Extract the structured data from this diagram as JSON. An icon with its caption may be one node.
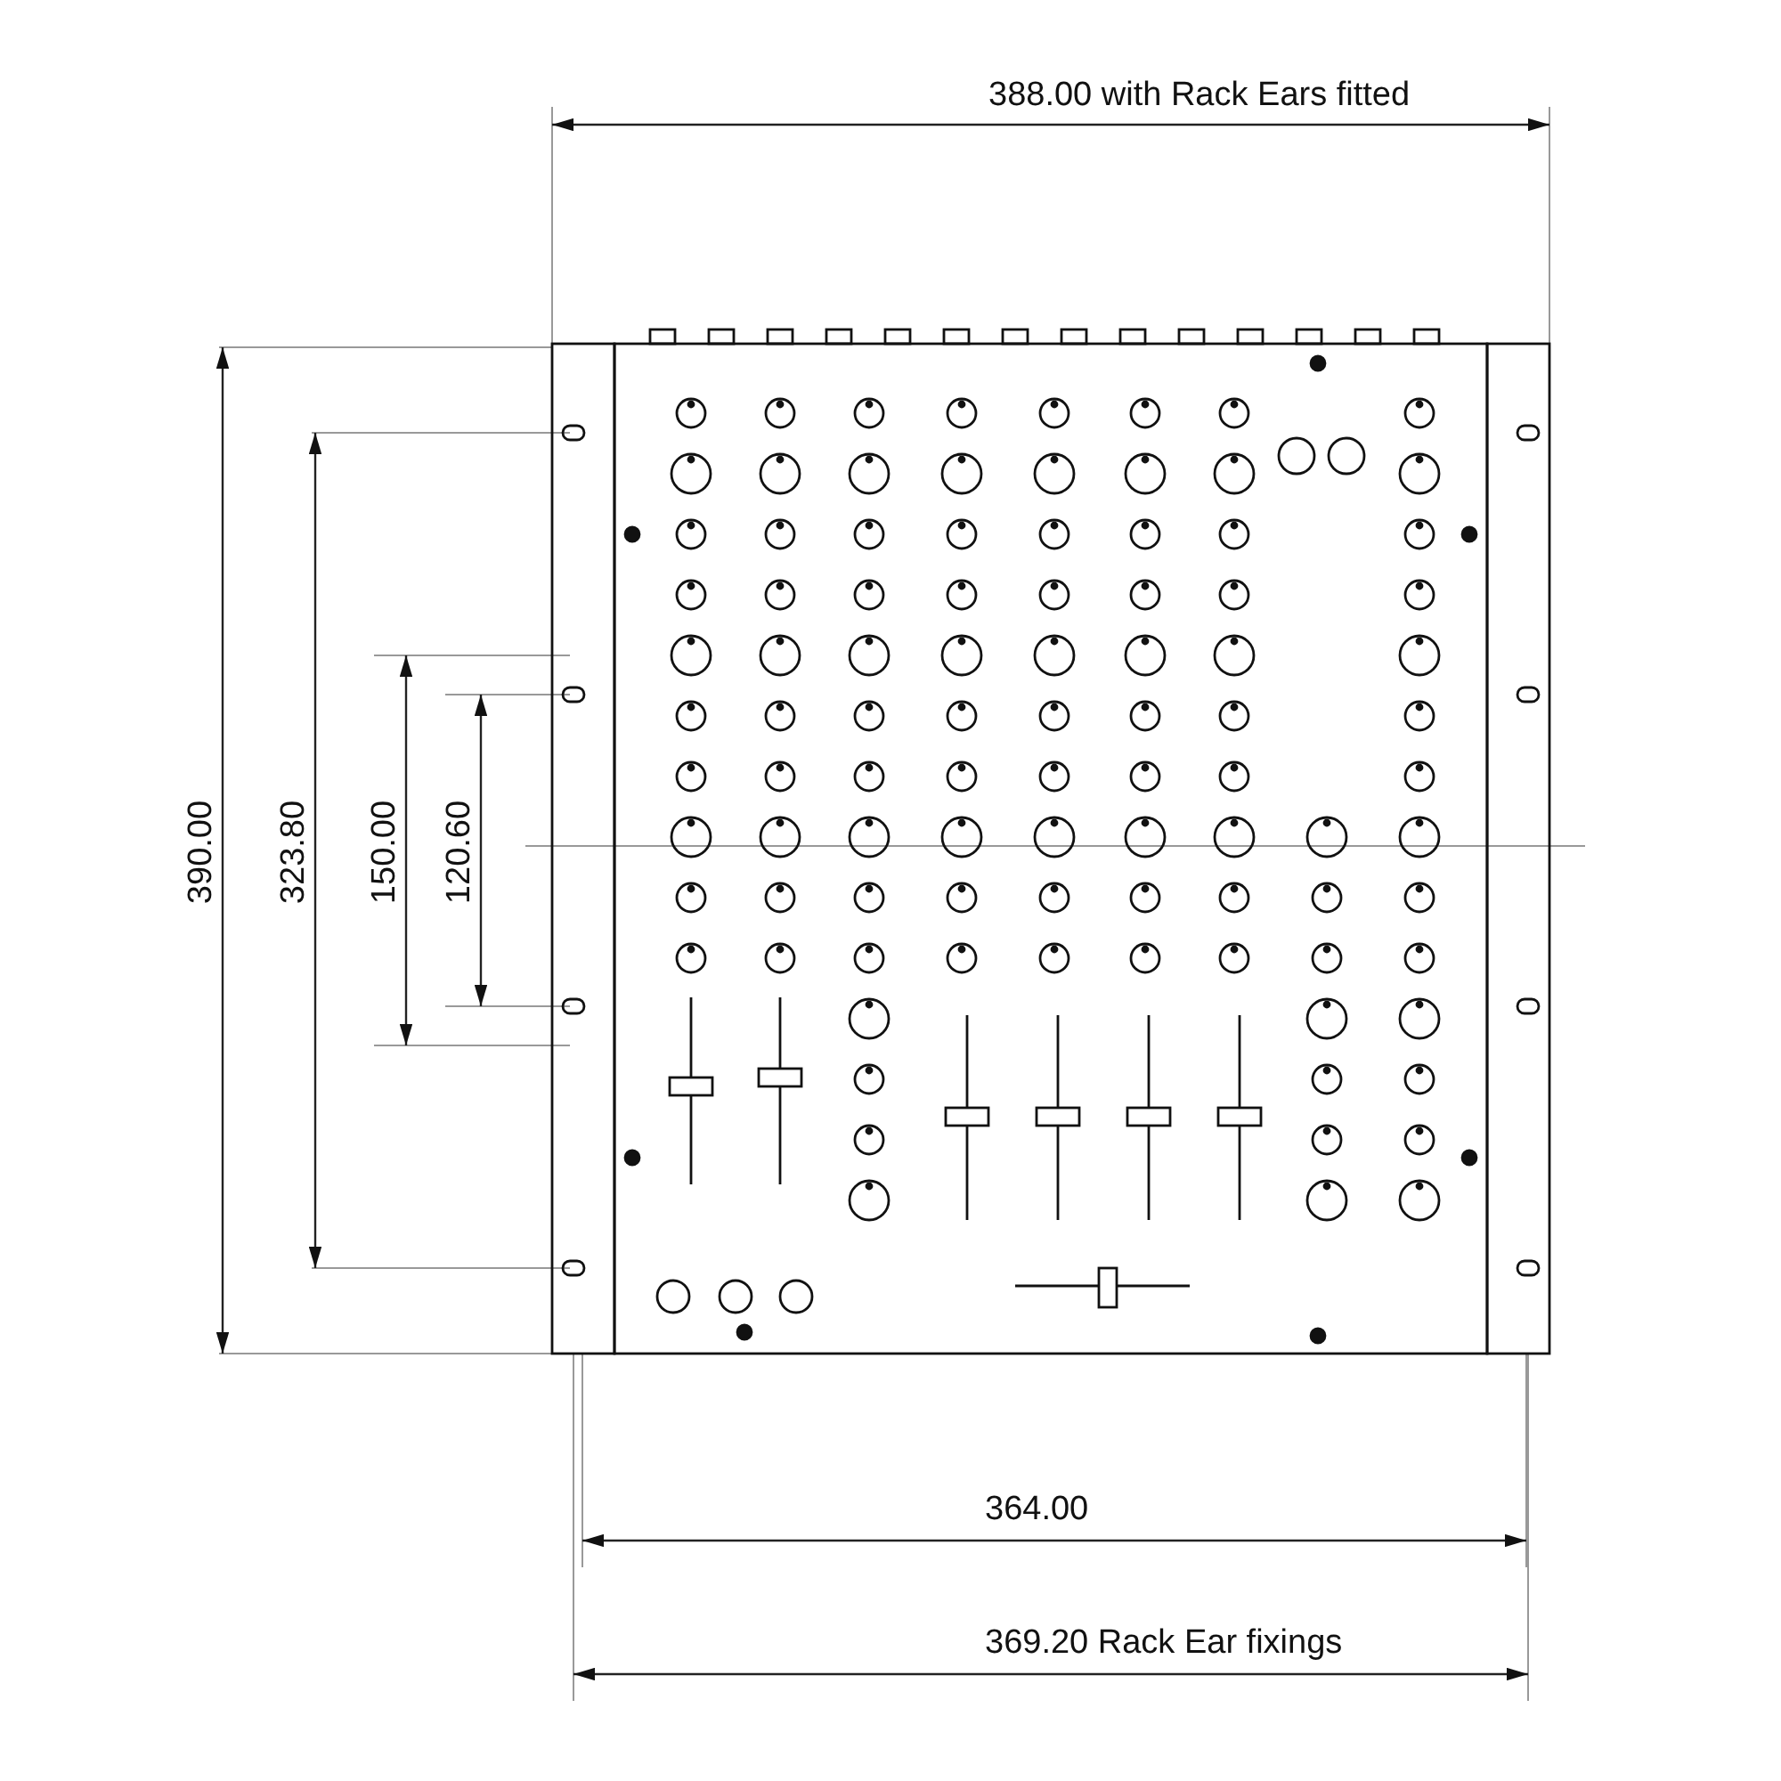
{
  "diagram": {
    "labels": [
      "388.00 with Rack Ears fitted",
      "390.00",
      "323.80",
      "150.00",
      "120.60",
      "364.00",
      "369.20 Rack Ear fixings"
    ]
  }
}
